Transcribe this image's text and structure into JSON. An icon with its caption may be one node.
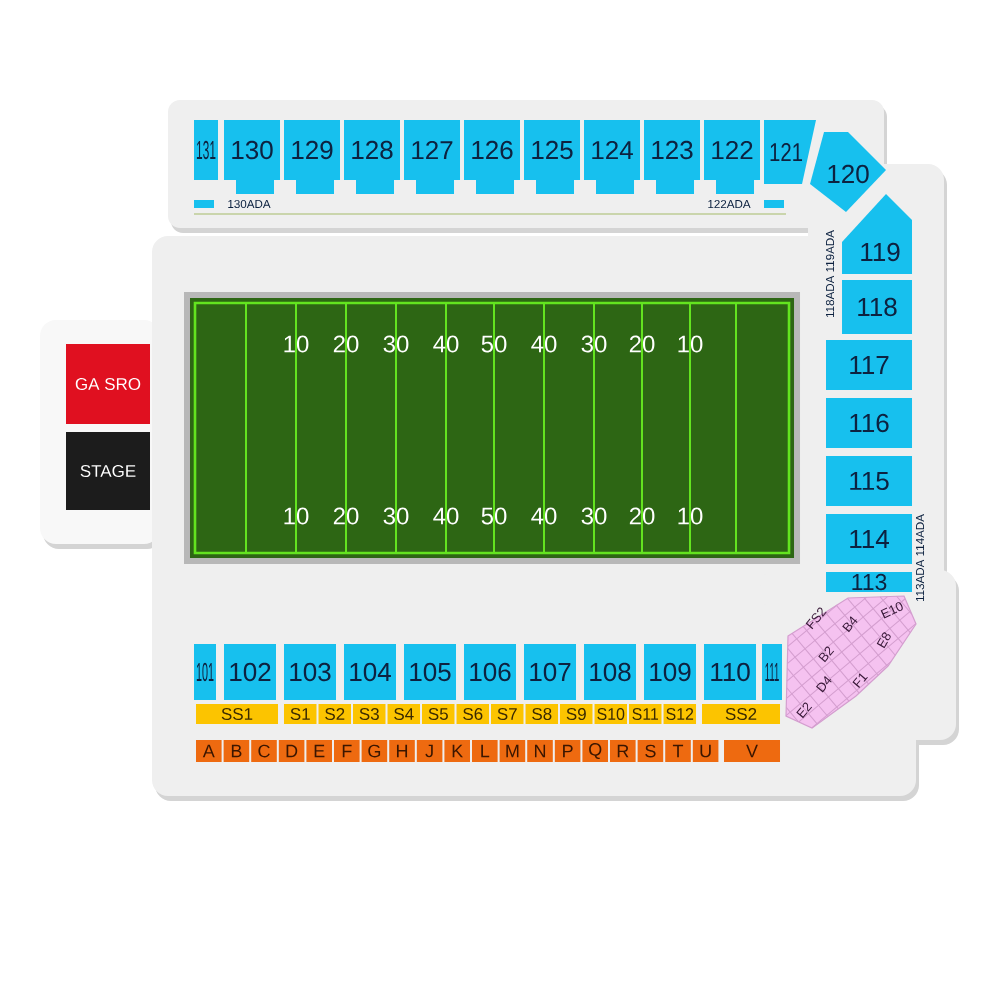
{
  "diagram": {
    "nodes": [
      {
        "text": [
          "131"
        ]
      },
      {
        "text": [
          "130"
        ]
      },
      {
        "text": [
          "129"
        ]
      },
      {
        "text": [
          "128"
        ]
      },
      {
        "text": [
          "127"
        ]
      },
      {
        "text": [
          "126"
        ]
      },
      {
        "text": [
          "125"
        ]
      },
      {
        "text": [
          "124"
        ]
      },
      {
        "text": [
          "123"
        ]
      },
      {
        "text": [
          "122"
        ]
      },
      {
        "text": [
          "121"
        ]
      },
      {
        "text": [
          "120"
        ]
      },
      {
        "text": [
          "119"
        ]
      },
      {
        "text": [
          "118"
        ]
      },
      {
        "text": [
          "GA SRO"
        ]
      },
      {
        "text": [
          "10",
          "20",
          "30",
          "40",
          "50",
          "40",
          "30",
          "20",
          "10",
          "10",
          "20",
          "30",
          "40",
          "50",
          "40",
          "30",
          "20",
          "10"
        ]
      },
      {
        "text": [
          "STAGE"
        ]
      },
      {
        "text": [
          "117"
        ]
      },
      {
        "text": [
          "116"
        ]
      },
      {
        "text": [
          "115"
        ]
      },
      {
        "text": [
          "114"
        ]
      },
      {
        "text": [
          "113"
        ]
      },
      {
        "text": [
          "FS2",
          "B4",
          "E10",
          "B2",
          "E8",
          "D4",
          "F1",
          "E2"
        ]
      },
      {
        "text": [
          "101"
        ]
      },
      {
        "text": [
          "102"
        ]
      },
      {
        "text": [
          "103"
        ]
      },
      {
        "text": [
          "104"
        ]
      },
      {
        "text": [
          "105"
        ]
      },
      {
        "text": [
          "106"
        ]
      },
      {
        "text": [
          "107"
        ]
      },
      {
        "text": [
          "108"
        ]
      },
      {
        "text": [
          "109"
        ]
      },
      {
        "text": [
          "110"
        ]
      },
      {
        "text": [
          "111"
        ]
      },
      {
        "text": [
          "SS1"
        ]
      },
      {
        "text": [
          "S1"
        ]
      },
      {
        "text": [
          "S2"
        ]
      },
      {
        "text": [
          "S3"
        ]
      },
      {
        "text": [
          "S4"
        ]
      },
      {
        "text": [
          "S5"
        ]
      },
      {
        "text": [
          "S6"
        ]
      },
      {
        "text": [
          "S7"
        ]
      },
      {
        "text": [
          "S8"
        ]
      },
      {
        "text": [
          "S9"
        ]
      },
      {
        "text": [
          "S10"
        ]
      },
      {
        "text": [
          "S11"
        ]
      },
      {
        "text": [
          "S12"
        ]
      },
      {
        "text": [
          "SS2"
        ]
      },
      {
        "text": [
          "A"
        ]
      },
      {
        "text": [
          "B"
        ]
      },
      {
        "text": [
          "C"
        ]
      },
      {
        "text": [
          "D"
        ]
      },
      {
        "text": [
          "E"
        ]
      },
      {
        "text": [
          "F"
        ]
      },
      {
        "text": [
          "G"
        ]
      },
      {
        "text": [
          "H"
        ]
      },
      {
        "text": [
          "J"
        ]
      },
      {
        "text": [
          "K"
        ]
      },
      {
        "text": [
          "L"
        ]
      },
      {
        "text": [
          "M"
        ]
      },
      {
        "text": [
          "N"
        ]
      },
      {
        "text": [
          "P"
        ]
      },
      {
        "text": [
          "Q"
        ]
      },
      {
        "text": [
          "R"
        ]
      },
      {
        "text": [
          "S"
        ]
      },
      {
        "text": [
          "T"
        ]
      },
      {
        "text": [
          "U"
        ]
      },
      {
        "text": [
          "V"
        ]
      }
    ],
    "labels": [
      "130ADA",
      "122ADA",
      "118ADA 119ADA",
      "113ADA 114ADA"
    ]
  }
}
